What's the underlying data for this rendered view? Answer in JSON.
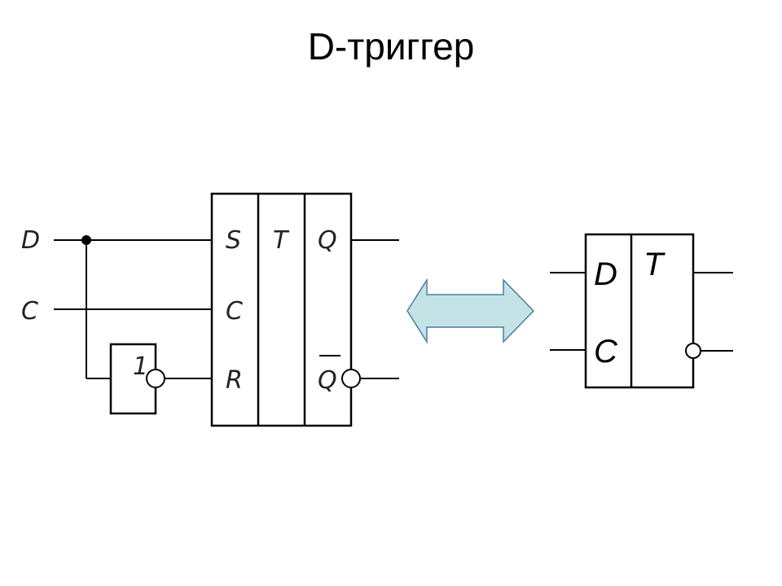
{
  "title": "D-триггер",
  "left_circuit": {
    "inputs": [
      "D",
      "C"
    ],
    "inverter_label": "1",
    "trigger_type": "T",
    "pins_in": [
      "S",
      "C",
      "R"
    ],
    "pins_out": [
      "Q",
      "Q"
    ]
  },
  "right_symbol": {
    "type_label": "T",
    "pins_in": [
      "D",
      "C"
    ]
  },
  "colors": {
    "arrow_fill": "#c4e3e6",
    "arrow_stroke": "#4a7ea0",
    "line": "#000000"
  }
}
